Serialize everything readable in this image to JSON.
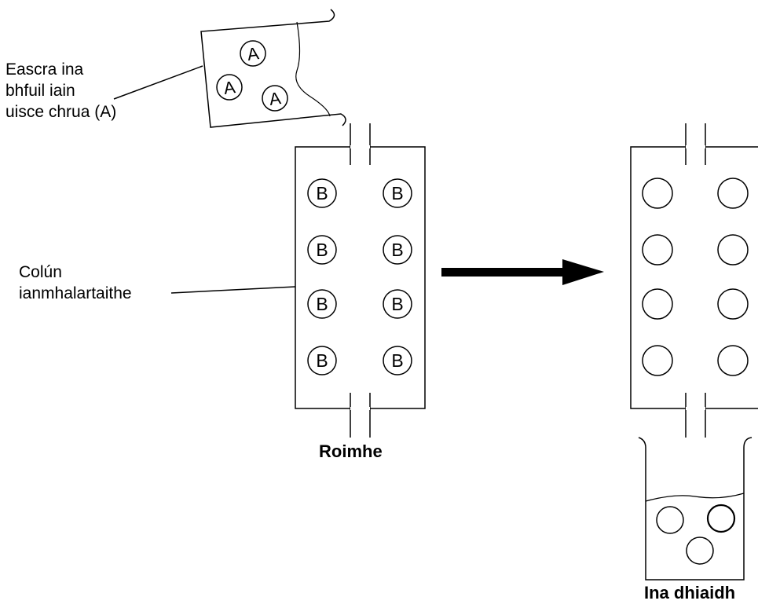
{
  "labels": {
    "vessel_line1": "Eascra ina",
    "vessel_line2": "bhfuil iain",
    "vessel_line3": "uisce chrua (A)",
    "column_line1": "Colún",
    "column_line2": "ianmhalartaithe",
    "before": "Roimhe",
    "after": "Ina dhiaidh"
  },
  "ion_letters": {
    "hard_water_ion": "A",
    "resin_ion": "B"
  }
}
